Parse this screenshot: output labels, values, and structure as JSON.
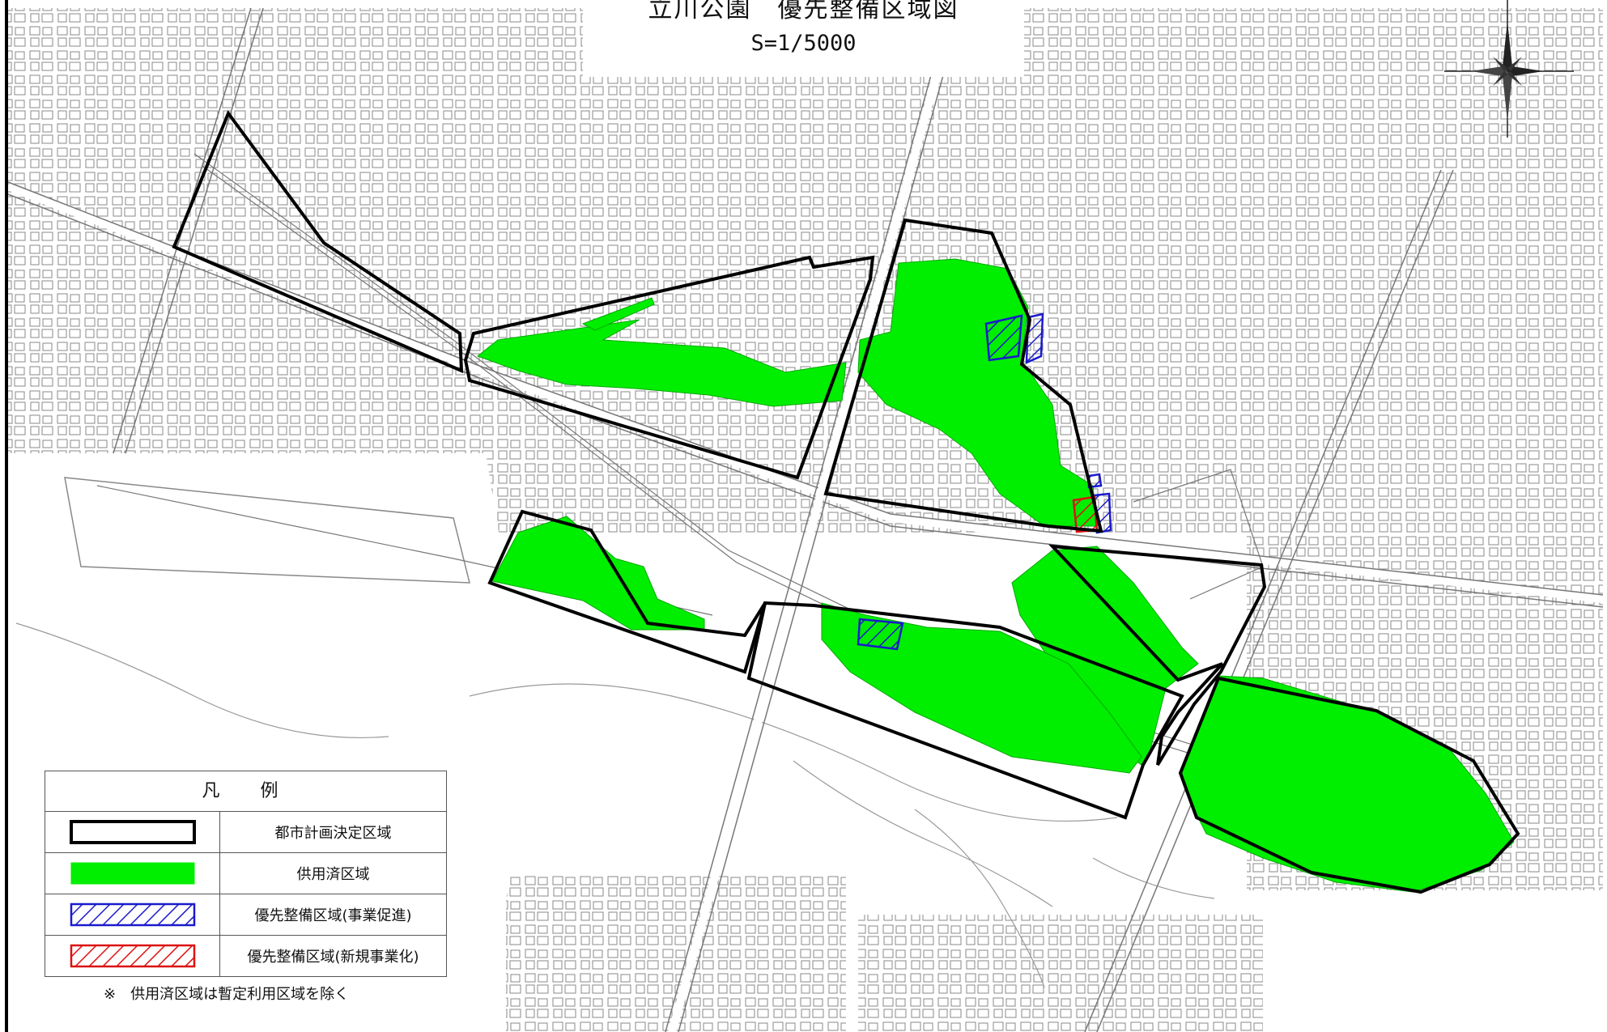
{
  "title": {
    "main": "立川公園　優先整備区域図",
    "scale": "S=1/5000"
  },
  "legend": {
    "heading": "凡　例",
    "items": [
      {
        "label": "都市計画決定区域",
        "symbol": "outline",
        "color": "#000000"
      },
      {
        "label": "供用済区域",
        "symbol": "fill",
        "color": "#00ee00"
      },
      {
        "label": "優先整備区域(事業促進)",
        "symbol": "hatch",
        "color": "#1a1acc"
      },
      {
        "label": "優先整備区域(新規事業化)",
        "symbol": "hatch",
        "color": "#dd1111"
      }
    ],
    "note": "※　供用済区域は暫定利用区域を除く"
  },
  "colors": {
    "boundary": "#000000",
    "in_service": "#00ee00",
    "priority_promotion": "#1a1acc",
    "priority_new": "#dd1111",
    "basemap": "#888888"
  },
  "icons": {
    "north_arrow": "compass-star-icon"
  }
}
